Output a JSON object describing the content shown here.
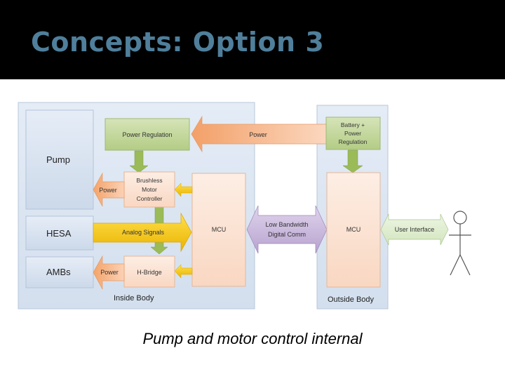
{
  "slide": {
    "title": "Concepts: Option 3",
    "caption": "Pump and motor control internal"
  },
  "diagram": {
    "inside_body_label": "Inside Body",
    "outside_body_label": "Outside Body",
    "blocks": {
      "pump": "Pump",
      "hesa": "HESA",
      "ambs": "AMBs",
      "power_regulation": "Power Regulation",
      "brushless_motor_controller": [
        "Brushless",
        "Motor",
        "Controller"
      ],
      "h_bridge": "H-Bridge",
      "mcu_inside": "MCU",
      "mcu_outside": "MCU",
      "battery_power_regulation": [
        "Battery +",
        "Power",
        "Regulation"
      ]
    },
    "arrows": {
      "power_main": "Power",
      "power_to_pump": "Power",
      "power_to_ambs": "Power",
      "analog_signals": "Analog Signals",
      "low_bandwidth": [
        "Low Bandwidth",
        "Digital Comm"
      ],
      "user_interface": "User Interface"
    },
    "colors": {
      "region_fill": "#dce6f1",
      "green_fill": "#c4d79b",
      "peach_fill": "#fbe4d5",
      "orange_fill": "#f8b58a",
      "yellow_fill": "#f5c400",
      "purple_fill": "#c9b7dc",
      "light_green_fill": "#e3efd5"
    }
  }
}
